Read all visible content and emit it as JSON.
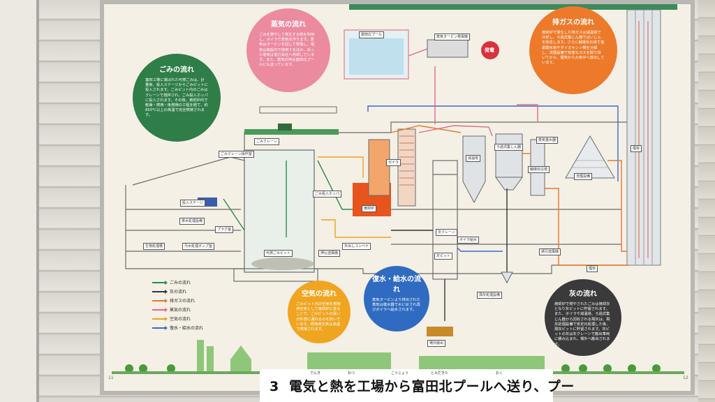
{
  "bubbles": {
    "steam": {
      "title": "蒸気の流れ",
      "body": "ごみを燃やして発生する熱を利用し、ボイラで蒸気を作ります。蒸気はタービンを回して発電し、電気は施設内で使用するほか、余った電気は電力会社へ売却しています。また、蒸気の熱は富田北プールにも送っています。"
    },
    "gas": {
      "title": "排ガスの流れ",
      "body": "焼却炉で発生した排ガスは減温塔で冷却し、ろ過式集じん器でばいじんを除去します。さらに触媒反応塔で窒素酸化物やダイオキシン類を分解し、洗煙設備で有害なガスを取り除いてから、煙突から大気中へ放出しています。"
    },
    "garbage": {
      "title": "ごみの流れ",
      "body": "富田工場に運ばれた可燃ごみは、計量後、投入ステージからごみピットに投入されます。ごみピット内のごみはクレーンで撹拌され、ごみ投入ホッパに投入されます。その後、焼却炉内で乾燥・燃焼・後燃焼の工程を経て、約850℃以上の高温で完全燃焼されます。"
    },
    "air": {
      "title": "空気の流れ",
      "body": "ごみピット内の空気を燃焼用空気として焼却炉に送ることで、ごみピットの臭いが外部に漏れるのを防いでいます。燃焼用空気は高温で燃焼されます。"
    },
    "water": {
      "title": "復水・給水の流れ",
      "body": "蒸気タービンより排出された蒸気は復水器で水に戻され再びボイラへ給水されます。"
    },
    "ash": {
      "title": "灰の流れ",
      "body": "焼却炉で燃やされたごみは焼却灰となり灰ピットに貯留されます。また、ボイラや減温塔、ろ過式集じん器から回収される飛灰は、飛灰処理設備で安定化処理した後、飛灰ピットに貯留されます。灰ピットの灰は灰クレーンで搬出車両に積み込まれ、場外へ搬出されます。"
    }
  },
  "labels": {
    "pool": "富田北プール",
    "turbine": "蒸気タービン発電機",
    "power": "発電",
    "chimney": "煙突",
    "stage": "投入ステージ",
    "crane": "ごみクレーン",
    "crane2": "ごみクレーン操作室",
    "pit": "可燃ごみピット",
    "hopper": "ごみ投入ホッパ",
    "furnace": "焼却炉",
    "boiler": "ボイラ",
    "drain_tank": "排水処理設備",
    "plug": "プラグ室",
    "dust_tank": "生物処理槽",
    "pump": "汚水処理ポンプ室",
    "ash_conv": "灰出しコンベヤ",
    "ash_crane": "灰クレーン",
    "ash_pit": "灰ピット",
    "fly_ash": "飛灰処理設備",
    "cooling": "減温塔",
    "filter": "ろ過式集じん器",
    "catalyst": "触媒反応塔",
    "scrubber": "洗煙設備",
    "condenser": "蒸気復水器",
    "fan": "誘引送風機",
    "stack_exit": "煙突",
    "boiler_water": "ボイラ給水",
    "outside": "場外搬出",
    "air_intake": "押込送風機"
  },
  "legend": [
    {
      "label": "ごみの流れ",
      "color": "#2a8a4a"
    },
    {
      "label": "灰の流れ",
      "color": "#333333"
    },
    {
      "label": "排ガスの流れ",
      "color": "#e8762a"
    },
    {
      "label": "蒸気の流れ",
      "color": "#e06a8a"
    },
    {
      "label": "空気の流れ",
      "color": "#f0a020"
    },
    {
      "label": "復水・給水の流れ",
      "color": "#3a6ac8"
    }
  ],
  "caption": {
    "number": "3",
    "text": "電気と熱を工場から富田北プールへ送り、プー",
    "ruby": [
      "でんき",
      "ねつ",
      "こうじょう",
      "とみだきた",
      "おく"
    ]
  },
  "pages": {
    "left": "11",
    "right": "12"
  },
  "colors": {
    "steam": "#ec8aa0",
    "gas": "#ec7a2a",
    "garbage": "#2f7d47",
    "air": "#f0a520",
    "water": "#2f6bc0",
    "ash": "#3a3a3a",
    "power": "#d8323c"
  }
}
